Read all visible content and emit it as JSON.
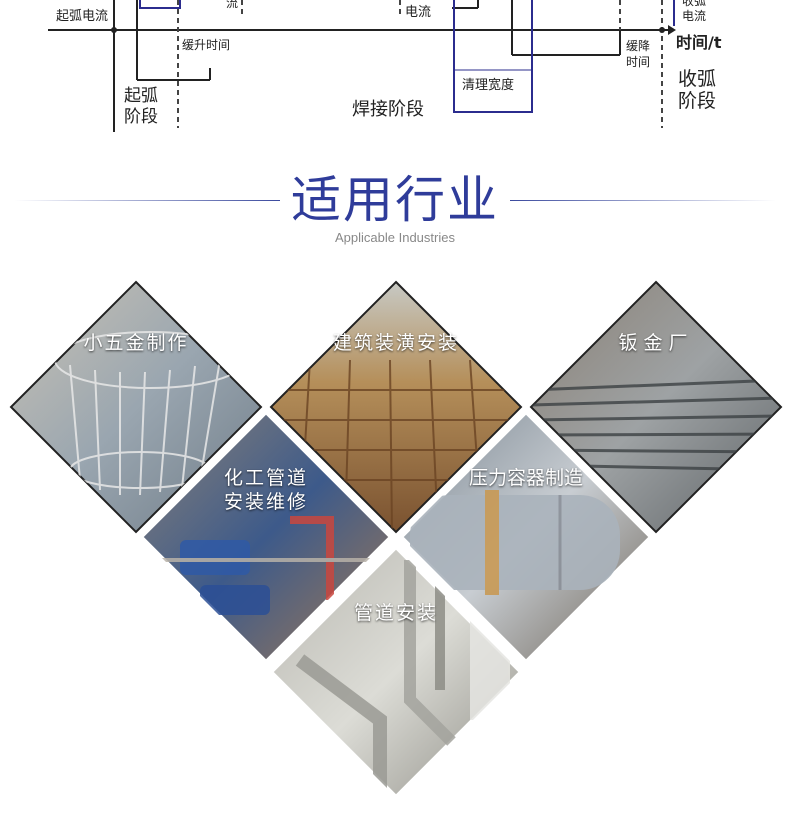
{
  "diagram": {
    "labels": {
      "arc_start_current": "起弧电流",
      "flow_fragment": "流",
      "current": "电流",
      "arc_end_current_top": "收弧",
      "arc_end_current_bottom": "电流",
      "time_axis": "时间/t",
      "ramp_up_time": "缓升时间",
      "ramp_down_top": "缓降",
      "ramp_down_bottom": "时间",
      "clean_width": "清理宽度",
      "arc_start_stage_top": "起弧",
      "arc_start_stage_bottom": "阶段",
      "welding_stage": "焊接阶段",
      "arc_end_stage_top": "收弧",
      "arc_end_stage_bottom": "阶段"
    }
  },
  "section": {
    "title": "适用行业",
    "subtitle": "Applicable Industries"
  },
  "industries": [
    {
      "line1": "小五金制作",
      "line2": ""
    },
    {
      "line1": "建筑装潢安装",
      "line2": ""
    },
    {
      "line1": "钣金厂",
      "line2": ""
    },
    {
      "line1": "化工管道",
      "line2": "安装维修"
    },
    {
      "line1": "压力容器制造",
      "line2": ""
    },
    {
      "line1": "管道安装",
      "line2": ""
    }
  ]
}
